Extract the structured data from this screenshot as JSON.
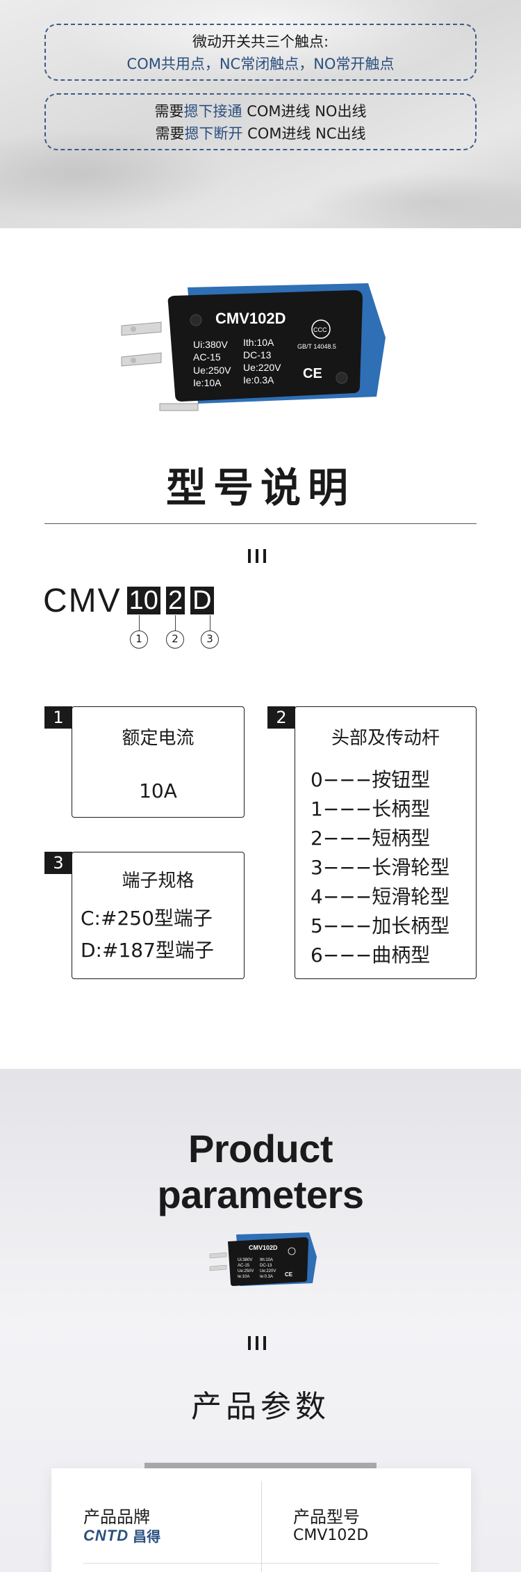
{
  "notes": {
    "box1_line1": "微动开关共三个触点:",
    "box1_line2": "COM共用点，NC常闭触点，NO常开触点",
    "box2_line1_pre": "需要",
    "box2_line1_em": "摁下接通",
    "box2_line1_post": " COM进线 NO出线",
    "box2_line2_pre": "需要",
    "box2_line2_em": "摁下断开",
    "box2_line2_post": " COM进线 NC出线"
  },
  "product_image": {
    "model_label": "CMV102D",
    "ratings_left": [
      "Ui:380V",
      "AC-15",
      "Ue:250V",
      "Ie:10A"
    ],
    "ratings_right": [
      "Ith:10A",
      "DC-13",
      "Ue:220V",
      "Ie:0.3A"
    ],
    "standard": "GB/T 14048.5",
    "ccc": "CCC",
    "ce": "CE"
  },
  "model_section": {
    "title": "型号说明",
    "code_prefix": "CMV",
    "code_segments": [
      "10",
      "2",
      "D"
    ],
    "circle_labels": [
      "1",
      "2",
      "3"
    ],
    "boxes": {
      "current": {
        "num": "1",
        "title": "额定电流",
        "value": "10A"
      },
      "head": {
        "num": "2",
        "title": "头部及传动杆",
        "items": [
          "0−−−按钮型",
          "1−−−长柄型",
          "2−−−短柄型",
          "3−−−长滑轮型",
          "4−−−短滑轮型",
          "5−−−加长柄型",
          "6−−−曲柄型"
        ]
      },
      "terminal": {
        "num": "3",
        "title": "端子规格",
        "items": [
          "C:#250型端子",
          "D:#187型端子"
        ]
      }
    }
  },
  "params_section": {
    "title_en_line1": "Product",
    "title_en_line2": "parameters",
    "title_cn": "产品参数",
    "brand_label": "产品品牌",
    "brand_latin": "CNTD",
    "brand_cn": "昌得",
    "model_label": "产品型号",
    "model_value": "CMV102D"
  },
  "colors": {
    "accent_blue": "#2a4f80",
    "switch_blue": "#2f6fb5",
    "dark": "#1a1a1a"
  }
}
